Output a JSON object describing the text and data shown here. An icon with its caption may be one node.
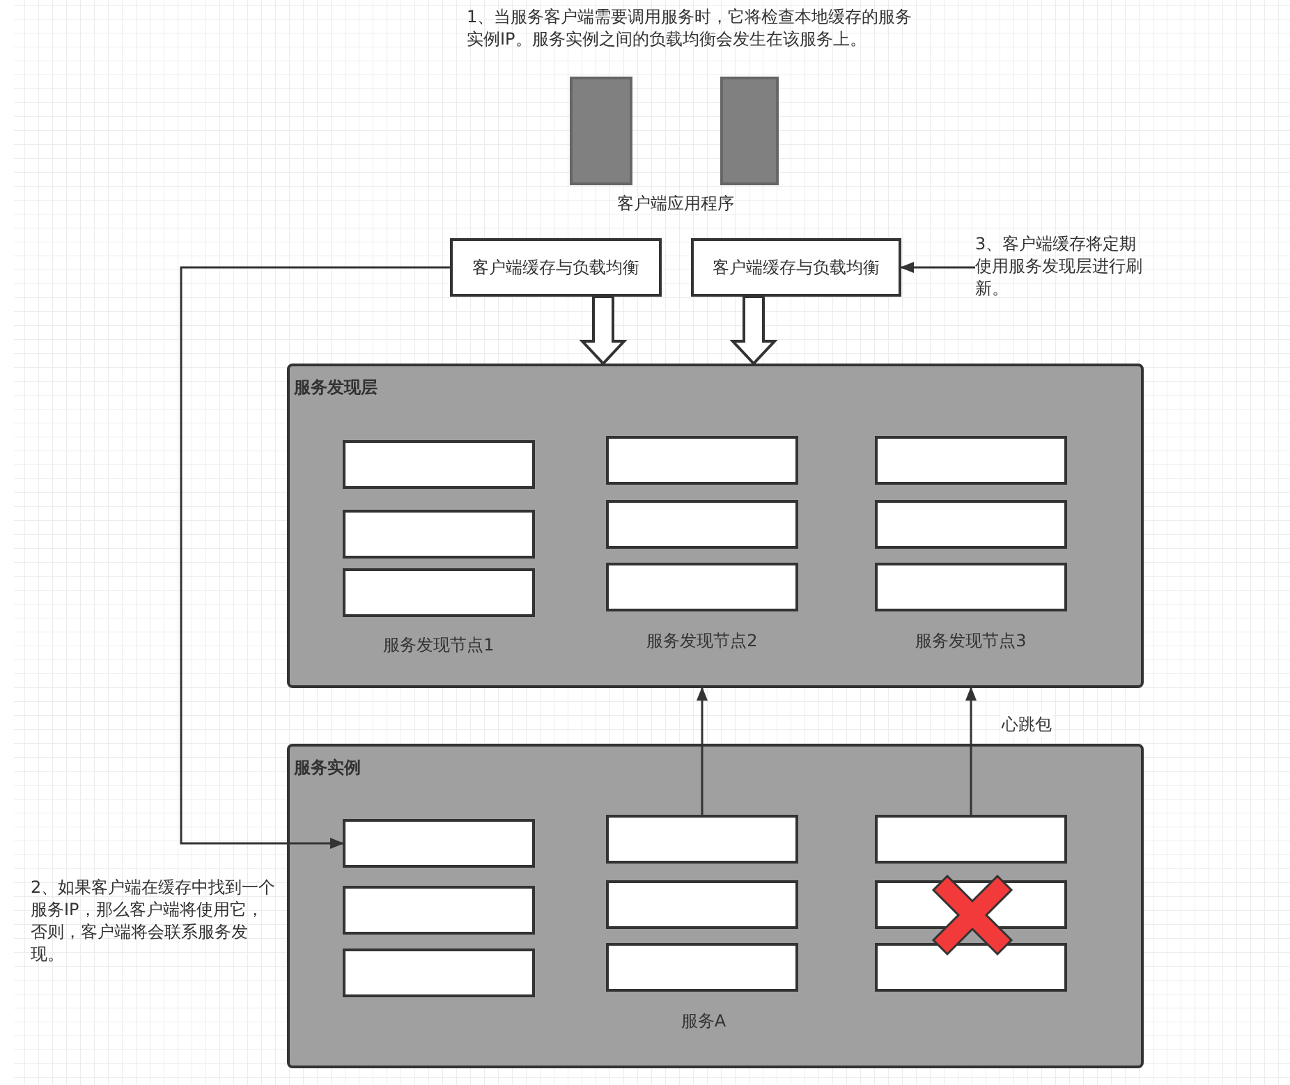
{
  "diagram": {
    "nodes": [
      {
        "text": [],
        "shape": "box"
      },
      {
        "text": [],
        "shape": "box"
      },
      {
        "text": [
          "客户端缓存与负载均衡"
        ]
      },
      {
        "text": [
          "客户端缓存与负载均衡"
        ]
      },
      {
        "text": [
          "3、客户端缓存将定期使用服务发现层进行刷新。"
        ]
      },
      {
        "text": [
          "服务发现层"
        ]
      },
      {
        "text": [],
        "shape": "box",
        "in": 5
      },
      {
        "text": [],
        "shape": "box",
        "in": 5
      },
      {
        "text": [],
        "shape": "box",
        "in": 5
      },
      {
        "text": [],
        "shape": "box",
        "in": 5
      },
      {
        "text": [],
        "shape": "box",
        "in": 5
      },
      {
        "text": [],
        "shape": "box",
        "in": 5
      },
      {
        "text": [],
        "shape": "box",
        "in": 5
      },
      {
        "text": [],
        "shape": "box",
        "in": 5
      },
      {
        "text": [],
        "shape": "box",
        "in": 5
      },
      {
        "text": [
          "服务实例"
        ]
      },
      {
        "text": [],
        "shape": "box",
        "in": 15
      },
      {
        "text": [],
        "shape": "box",
        "in": 15
      },
      {
        "text": [],
        "shape": "box",
        "in": 15
      },
      {
        "text": [],
        "shape": "box",
        "in": 15
      },
      {
        "text": [],
        "shape": "box",
        "in": 15
      },
      {
        "text": [],
        "shape": "box",
        "in": 15
      },
      {
        "text": [],
        "shape": "box",
        "in": 15
      },
      {
        "text": [],
        "shape": "box",
        "in": 15
      },
      {
        "text": [],
        "shape": "box",
        "in": 15
      }
    ],
    "edges": [
      {
        "from": 2,
        "to": 5,
        "arrow": "to",
        "style": "thick"
      },
      {
        "from": 3,
        "to": 5,
        "arrow": "to",
        "style": "thick"
      },
      {
        "from": 4,
        "to": 3,
        "arrow": "to"
      },
      {
        "from": 2,
        "to": 16,
        "arrow": "to"
      },
      {
        "from": 19,
        "to": 5,
        "arrow": "to"
      },
      {
        "from": 22,
        "to": 5,
        "arrow": "to",
        "label": "心跳包"
      }
    ],
    "labels": [
      "1、当服务客户端需要调用服务时，它将检查本地缓存的服务实例IP。服务实例之间的负载均衡会发生在该服务上。",
      "客户端应用程序",
      "服务发现节点1",
      "服务发现节点2",
      "服务发现节点3",
      "2、如果客户端在缓存中找到一个服务IP，那么客户端将使用它，否则，客户端将会联系服务发现。",
      "服务A"
    ]
  }
}
